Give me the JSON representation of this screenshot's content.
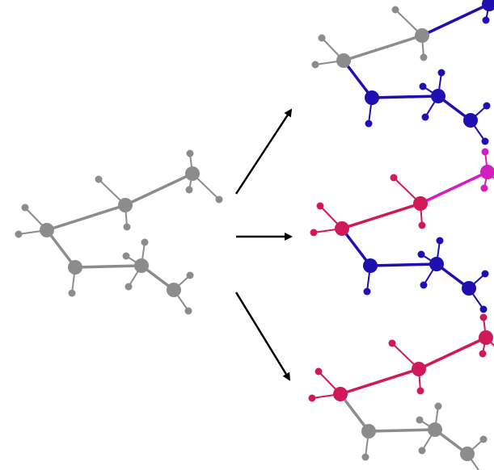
{
  "colors": {
    "grey": "#8c8c8c",
    "blue": "#1f0fb0",
    "red": "#d1195a",
    "magenta": "#d21dbf",
    "arrow": "#000000",
    "background": "#ffffff"
  },
  "molecules": [
    {
      "name": "source-molecule",
      "fragments": [
        "grey",
        "grey",
        "grey",
        "grey",
        "grey",
        "grey"
      ]
    },
    {
      "name": "top-result-molecule",
      "fragments": [
        "grey",
        "grey",
        "blue",
        "blue",
        "blue",
        "blue"
      ]
    },
    {
      "name": "middle-result-molecule",
      "fragments": [
        "red",
        "red",
        "magenta",
        "blue",
        "blue",
        "blue"
      ]
    },
    {
      "name": "bottom-result-molecule",
      "fragments": [
        "red",
        "red",
        "red",
        "grey",
        "grey",
        "grey"
      ]
    }
  ],
  "arrows": [
    "arrow-to-top",
    "arrow-to-middle",
    "arrow-to-bottom"
  ]
}
